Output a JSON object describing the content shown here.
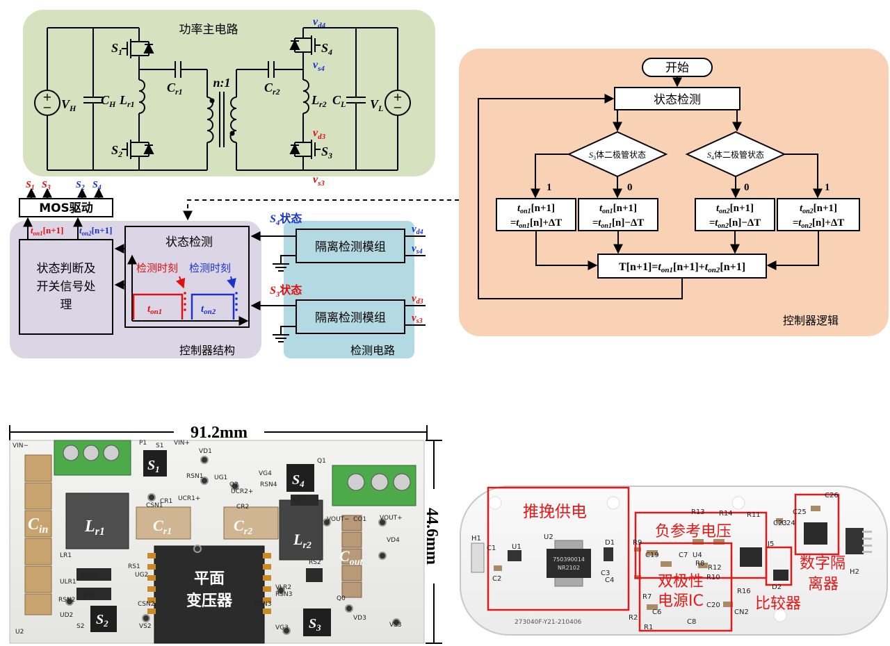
{
  "power_circuit": {
    "title": "功率主电路",
    "vh": "V",
    "vh_sub": "H",
    "ch": "C",
    "ch_sub": "H",
    "lr1": "L",
    "lr1_sub": "r1",
    "cr1": "C",
    "cr1_sub": "r1",
    "ratio": "n:1",
    "cr2": "C",
    "cr2_sub": "r2",
    "lr2": "L",
    "lr2_sub": "r2",
    "cl": "C",
    "cl_sub": "L",
    "vl": "V",
    "vl_sub": "L",
    "s1": "S",
    "s1_sub": "1",
    "s2": "S",
    "s2_sub": "2",
    "s3": "S",
    "s3_sub": "3",
    "s4": "S",
    "s4_sub": "4",
    "vd4": "v",
    "vd4_sub": "d4",
    "vs4": "v",
    "vs4_sub": "s4",
    "vd3": "v",
    "vd3_sub": "d3",
    "vs3": "v",
    "vs3_sub": "s3"
  },
  "controller": {
    "mos_drive": "MOS驱动",
    "out_s1": "S",
    "out_s1_sub": "1",
    "out_s3": "S",
    "out_s3_sub": "3",
    "out_s2": "S",
    "out_s2_sub": "2",
    "out_s4": "S",
    "out_s4_sub": "4",
    "ton1_label": "t",
    "ton1_sub": "on1",
    "ton1_idx": "[n+1]",
    "ton2_label": "t",
    "ton2_sub": "on2",
    "ton2_idx": "[n+1]",
    "state_proc_line1": "状态判断及",
    "state_proc_line2": "开关信号处",
    "state_proc_line3": "理",
    "state_detect": "状态检测",
    "detect_time_red": "检测时刻",
    "detect_time_blue": "检测时刻",
    "pulse1": "t",
    "pulse1_sub": "on1",
    "pulse2": "t",
    "pulse2_sub": "on2",
    "structure_label": "控制器结构"
  },
  "detection": {
    "s4_state": "S",
    "s4_state_sub": "4",
    "s4_state_text": "状态",
    "s3_state": "S",
    "s3_state_sub": "3",
    "s3_state_text": "状态",
    "module1": "隔离检测模组",
    "module2": "隔离检测模组",
    "vd4": "v",
    "vd4_sub": "d4",
    "vs4": "v",
    "vs4_sub": "s4",
    "vd3": "v",
    "vd3_sub": "d3",
    "vs3": "v",
    "vs3_sub": "s3",
    "label": "检测电路"
  },
  "flowchart": {
    "start": "开始",
    "state_detect": "状态检测",
    "d1_s": "S",
    "d1_sub": "3",
    "d1_text": "体二极管状态",
    "d2_s": "S",
    "d2_sub": "4",
    "d2_text": "体二极管状态",
    "branch_1a": "1",
    "branch_0a": "0",
    "branch_0b": "0",
    "branch_1b": "1",
    "box1_l1": "t",
    "box1_l1_sub": "on1",
    "box1_l1_idx": "[n+1]",
    "box1_l2": "=t",
    "box1_l2_sub": "on1",
    "box1_l2_rest": "[n]+ΔT",
    "box2_l1": "t",
    "box2_l1_sub": "on1",
    "box2_l1_idx": "[n+1]",
    "box2_l2": "=t",
    "box2_l2_sub": "on1",
    "box2_l2_rest": "[n]−ΔT",
    "box3_l1": "t",
    "box3_l1_sub": "on2",
    "box3_l1_idx": "[n+1]",
    "box3_l2": "=t",
    "box3_l2_sub": "on2",
    "box3_l2_rest": "[n]−ΔT",
    "box4_l1": "t",
    "box4_l1_sub": "on2",
    "box4_l1_idx": "[n+1]",
    "box4_l2": "=t",
    "box4_l2_sub": "on2",
    "box4_l2_rest": "[n]+ΔT",
    "period_a": "T[n+1]=",
    "period_b": "t",
    "period_b_sub": "on1",
    "period_c": "[n+1]+",
    "period_d": "t",
    "period_d_sub": "on2",
    "period_e": "[n+1]",
    "label": "控制器逻辑"
  },
  "photo_left": {
    "width_dim": "91.2mm",
    "height_dim": "44.6mm",
    "cin": "C",
    "cin_sub": "in",
    "lr1": "L",
    "lr1_sub": "r1",
    "cr1": "C",
    "cr1_sub": "r1",
    "cr2": "C",
    "cr2_sub": "r2",
    "lr2": "L",
    "lr2_sub": "r2",
    "cout": "C",
    "cout_sub": "out",
    "s1": "S",
    "s1_sub": "1",
    "s2": "S",
    "s2_sub": "2",
    "s3": "S",
    "s3_sub": "3",
    "s4": "S",
    "s4_sub": "4",
    "transformer_l1": "平面",
    "transformer_l2": "变压器",
    "silk": [
      "VIN−",
      "VIN+",
      "P1",
      "S1",
      "VD1",
      "UG1",
      "RSN1",
      "CSN1",
      "UCR1+",
      "CR1",
      "LR1",
      "ULR1",
      "R050",
      "RS1",
      "UG2",
      "RSN2",
      "1D1",
      "UD2",
      "S2",
      "VS2",
      "CSN2",
      "Q2",
      "VG4",
      "UCR2+",
      "CR2",
      "RSN4",
      "1D1",
      "Q1",
      "VOUT−",
      "CO1",
      "VOUT+",
      "VD4",
      "RS2",
      "VLR2",
      "RSN3",
      "CSN3",
      "VG3",
      "Q0",
      "VD3",
      "VS3",
      "U2"
    ]
  },
  "photo_right": {
    "label_push_pull": "推挽供电",
    "label_ref": "负参考电压",
    "label_bipolar_l1": "双极性",
    "label_bipolar_l2": "电源IC",
    "label_comparator": "比较器",
    "label_isolator_l1": "数字隔",
    "label_isolator_l2": "离器",
    "chip_l1": "750390014",
    "chip_l2": "NR2102",
    "serial": "273040F-Y21-210406",
    "silk": [
      "H1",
      "C1",
      "U1",
      "U2",
      "D1",
      "C2",
      "C3",
      "C4",
      "R9",
      "C19",
      "C7",
      "U4",
      "R13",
      "R14",
      "R11",
      "R8",
      "R10",
      "R12",
      "R7",
      "C6",
      "C20",
      "R1",
      "C8",
      "R2",
      "R16",
      "CN2",
      "D2",
      "J5",
      "C23",
      "C24",
      "C25",
      "C26",
      "H2"
    ]
  },
  "colors": {
    "power_bg": "#d6e2bf",
    "flow_bg": "#f9d2b6",
    "ctrl_bg": "#dcd5e6",
    "detect_bg": "#b3d9e3",
    "red": "#e01010",
    "blue": "#1a33cc",
    "annot_red": "#e31818"
  }
}
